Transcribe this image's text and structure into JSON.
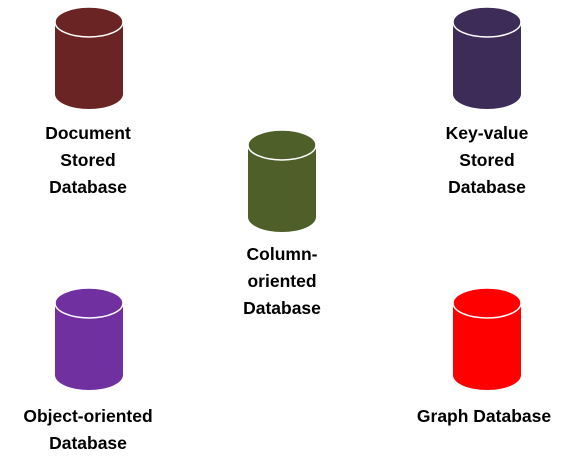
{
  "diagram": {
    "items": [
      {
        "id": "document",
        "label_lines": [
          "Document",
          "Stored",
          "Database"
        ],
        "color": "#6b2424",
        "icon": "database-cylinder-icon"
      },
      {
        "id": "key-value",
        "label_lines": [
          "Key-value",
          "Stored",
          "Database"
        ],
        "color": "#3d2c58",
        "icon": "database-cylinder-icon"
      },
      {
        "id": "column",
        "label_lines": [
          "Column-",
          "oriented",
          "Database"
        ],
        "color": "#4e5f29",
        "icon": "database-cylinder-icon"
      },
      {
        "id": "object",
        "label_lines": [
          "Object-oriented",
          "Database"
        ],
        "color": "#7030a0",
        "icon": "database-cylinder-icon"
      },
      {
        "id": "graph",
        "label_lines": [
          "Graph Database"
        ],
        "color": "#ff0000",
        "icon": "database-cylinder-icon"
      }
    ]
  }
}
